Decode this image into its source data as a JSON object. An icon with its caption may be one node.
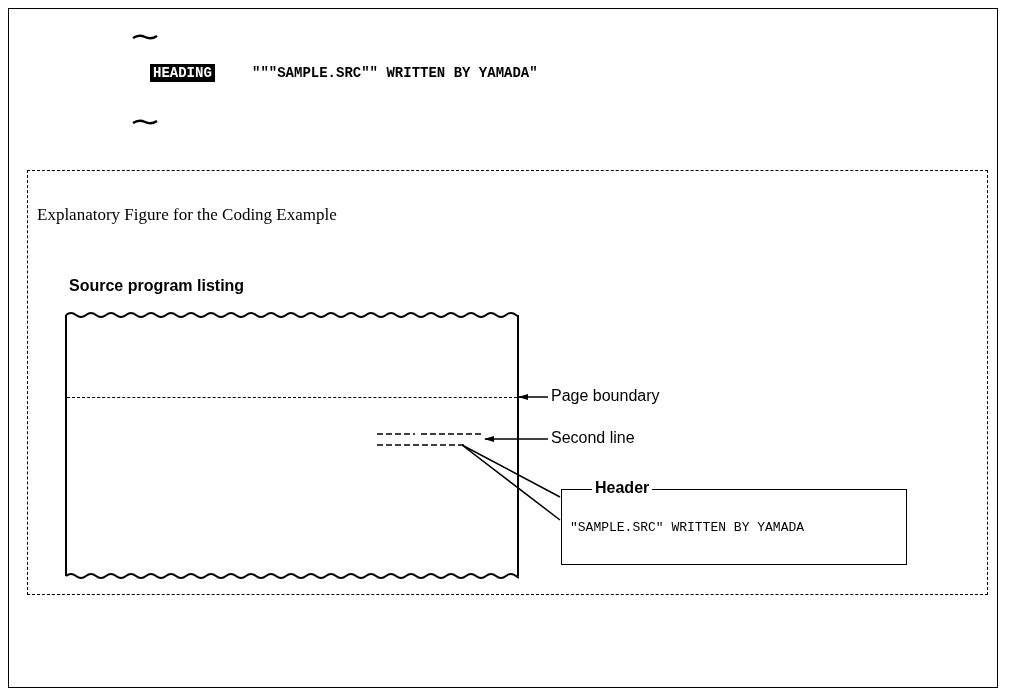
{
  "diagram": {
    "nodes": [
      {
        "text": [
          "Explanatory Figure for the Coding Example"
        ]
      },
      {
        "text": [
          "Source program listing"
        ],
        "in": 0
      },
      {
        "text": [],
        "shape": "line",
        "in": 1
      },
      {
        "text": [],
        "shape": "picture",
        "in": 1
      },
      {
        "text": [
          "Page boundary"
        ],
        "in": 0
      },
      {
        "text": [
          "Second line"
        ],
        "in": 0
      },
      {
        "text": [
          "Header",
          "\"SAMPLE.SRC\" WRITTEN BY YAMADA"
        ],
        "in": 0
      }
    ],
    "edges": [
      {
        "from": 4,
        "to": 2,
        "arrow": "to"
      },
      {
        "from": 5,
        "to": 3,
        "arrow": "to"
      },
      {
        "from": 6,
        "to": 3,
        "arrow": "none"
      }
    ],
    "labels": [
      "HEADING",
      "\"\"\"SAMPLE.SRC\"\" WRITTEN BY YAMADA\""
    ]
  }
}
